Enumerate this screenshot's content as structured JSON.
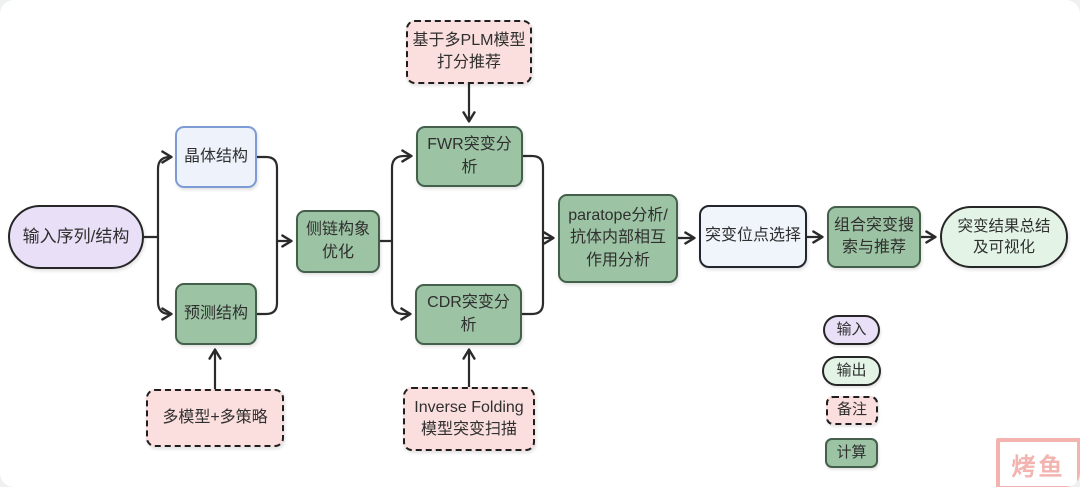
{
  "diagram": {
    "nodes": {
      "input_node": {
        "label": "输入序列/结构",
        "type": "input"
      },
      "crystal_structure": {
        "label": "晶体结构",
        "type": "data"
      },
      "predicted_structure": {
        "label": "预测结构",
        "type": "compute"
      },
      "multi_model_note": {
        "label": "多模型+多策略",
        "type": "note"
      },
      "sidechain_opt": {
        "label": "侧链构象\n优化",
        "type": "compute"
      },
      "plm_note": {
        "label": "基于多PLM模型\n打分推荐",
        "type": "note"
      },
      "fwr_analysis": {
        "label": "FWR突变分析",
        "type": "compute"
      },
      "cdr_analysis": {
        "label": "CDR突变分析",
        "type": "compute"
      },
      "inverse_folding_note": {
        "label": "Inverse Folding\n模型突变扫描",
        "type": "note"
      },
      "paratope_analysis": {
        "label": "paratope分析/\n抗体内部相互\n作用分析",
        "type": "compute"
      },
      "site_selection": {
        "label": "突变位点选择",
        "type": "decision"
      },
      "combo_search": {
        "label": "组合突变搜\n索与推荐",
        "type": "compute"
      },
      "output_node": {
        "label": "突变结果总结\n及可视化",
        "type": "output"
      }
    },
    "legend": {
      "input": {
        "label": "输入"
      },
      "output": {
        "label": "输出"
      },
      "note": {
        "label": "备注"
      },
      "compute": {
        "label": "计算"
      }
    },
    "watermark": {
      "text": "烤鱼"
    },
    "colors": {
      "input_fill": "#E9DFF7",
      "output_fill": "#E3F4E7",
      "compute_fill": "#9CC3A3",
      "compute_border": "#44604B",
      "note_fill": "#FBDEDE",
      "data_fill": "#EDF2FB",
      "data_border": "#7D9CD6",
      "decision_fill": "#F0F5FC",
      "line": "#2B2B2B",
      "watermark_pink": "#F3B3AF"
    }
  }
}
